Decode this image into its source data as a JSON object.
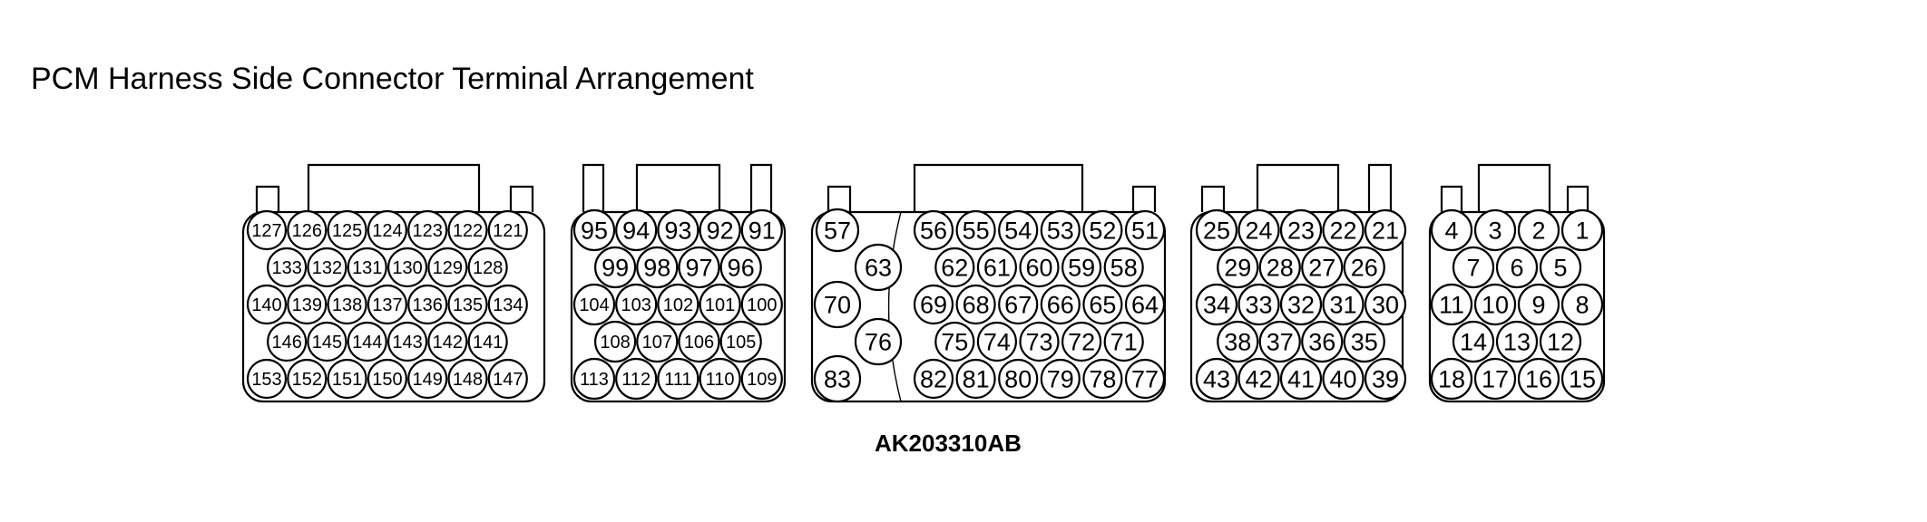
{
  "title": "PCM Harness Side Connector Terminal Arrangement",
  "figure_code": "AK203310AB",
  "connectors": [
    {
      "id": "connector-1",
      "rows": [
        [
          "127",
          "126",
          "125",
          "124",
          "123",
          "122",
          "121"
        ],
        [
          "133",
          "132",
          "131",
          "130",
          "129",
          "128"
        ],
        [
          "140",
          "139",
          "138",
          "137",
          "136",
          "135",
          "134"
        ],
        [
          "146",
          "145",
          "144",
          "143",
          "142",
          "141"
        ],
        [
          "153",
          "152",
          "151",
          "150",
          "149",
          "148",
          "147"
        ]
      ]
    },
    {
      "id": "connector-2",
      "rows": [
        [
          "95",
          "94",
          "93",
          "92",
          "91"
        ],
        [
          "99",
          "98",
          "97",
          "96"
        ],
        [
          "104",
          "103",
          "102",
          "101",
          "100"
        ],
        [
          "108",
          "107",
          "106",
          "105"
        ],
        [
          "113",
          "112",
          "111",
          "110",
          "109"
        ]
      ]
    },
    {
      "id": "connector-3",
      "left_rows": [
        [
          "57"
        ],
        [
          "63"
        ],
        [
          "70"
        ],
        [
          "76"
        ],
        [
          "83"
        ]
      ],
      "rows": [
        [
          "56",
          "55",
          "54",
          "53",
          "52",
          "51"
        ],
        [
          "62",
          "61",
          "60",
          "59",
          "58"
        ],
        [
          "69",
          "68",
          "67",
          "66",
          "65",
          "64"
        ],
        [
          "75",
          "74",
          "73",
          "72",
          "71"
        ],
        [
          "82",
          "81",
          "80",
          "79",
          "78",
          "77"
        ]
      ]
    },
    {
      "id": "connector-4",
      "rows": [
        [
          "25",
          "24",
          "23",
          "22",
          "21"
        ],
        [
          "29",
          "28",
          "27",
          "26"
        ],
        [
          "34",
          "33",
          "32",
          "31",
          "30"
        ],
        [
          "38",
          "37",
          "36",
          "35"
        ],
        [
          "43",
          "42",
          "41",
          "40",
          "39"
        ]
      ]
    },
    {
      "id": "connector-5",
      "rows": [
        [
          "4",
          "3",
          "2",
          "1"
        ],
        [
          "7",
          "6",
          "5"
        ],
        [
          "11",
          "10",
          "9",
          "8"
        ],
        [
          "14",
          "13",
          "12"
        ],
        [
          "18",
          "17",
          "16",
          "15"
        ]
      ]
    }
  ]
}
